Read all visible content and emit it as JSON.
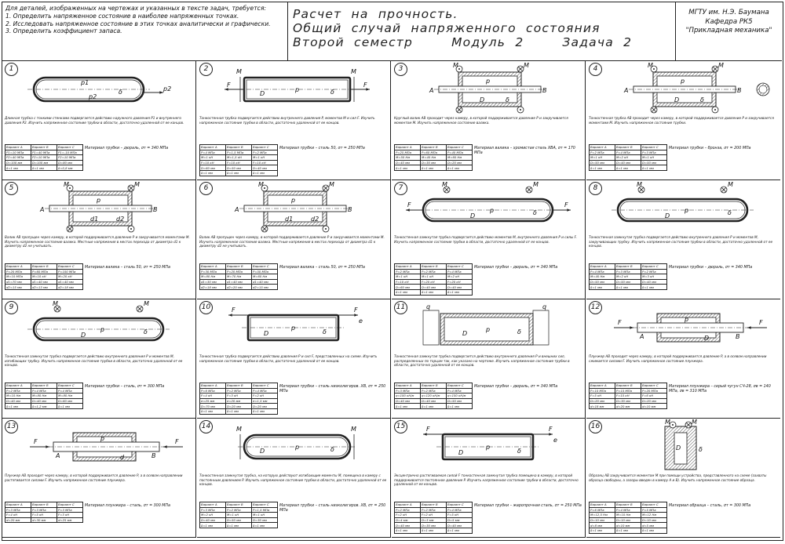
{
  "header": {
    "requirements": [
      "Для деталей, изображенных на чертежах и указанных в тексте задач, требуется:",
      "1. Определить напряженное состояние в наиболее напряженных точках.",
      "2. Исследовать напряженное состояние в этих точках аналитически и графически.",
      "3. Определить коэффициент запаса."
    ],
    "title_lines": [
      "Расчет  на  прочность.",
      "Общий  случай  напряженного  состояния",
      "Второй  семестр        Модуль  2        Задача  2"
    ],
    "institution_lines": [
      "МГТУ им. Н.Э. Баумана",
      "Кафедра РК5",
      "\"Прикладная механика\""
    ]
  },
  "panels": [
    {
      "num": "1",
      "type": "tube",
      "labels": [
        "p1",
        "p2",
        "p2",
        "δ"
      ],
      "desc": "Длинная трубка с тонкими стенками подвергается действию наружного давления P1 и внутреннего давления P2. Изучить напряженное состояние трубки в области, достаточно удаленной от ее концов.",
      "material": "Материал трубки – дюраль, σт = 340 МПа",
      "table": [
        [
          "Вариант А",
          "Вариант В",
          "Вариант С"
        ],
        [
          "P1=10 МПа",
          "P1=40 МПа",
          "P1=-10 МПа"
        ],
        [
          "P2=40 МПа",
          "P2=10 МПа",
          "P2=10 МПа"
        ],
        [
          "D=100 мм",
          "D=100 мм",
          "D=80 мм"
        ],
        [
          "δ=1 мм",
          "δ=1 мм",
          "δ=0,8 мм"
        ]
      ]
    },
    {
      "num": "2",
      "type": "tube_mf",
      "labels": [
        "M",
        "M",
        "F",
        "F",
        "p",
        "D",
        "δ"
      ],
      "desc": "Тонкостенная трубка подвергается действию внутреннего давления P, моментов M и сил F. Изучить напряженное состояние трубки в области, достаточно удаленной от ее концов.",
      "material": "Материал трубки – сталь 50, σт = 250 МПа",
      "table": [
        [
          "Вариант А",
          "Вариант В",
          "Вариант С"
        ],
        [
          "P=4 МПа",
          "P=1,5 МПа",
          "P=2 МПа"
        ],
        [
          "M=1 кН",
          "M=1,5 кН",
          "M=1 кН"
        ],
        [
          "F=10 кН",
          "F=10 кН",
          "F=10 кН"
        ],
        [
          "D=60 мм",
          "D=50 мм",
          "D=40 мм"
        ],
        [
          "δ=1 мм",
          "δ=1 мм",
          "δ=1 мм"
        ]
      ]
    },
    {
      "num": "3",
      "type": "chamber_shaft",
      "labels": [
        "M",
        "M",
        "A",
        "B",
        "p",
        "D",
        "δ"
      ],
      "desc": "Круглый валик AB проходит через камеру, в которой поддерживается давление P и закручивается моментом M. Изучить напряженное состояние валика.",
      "material": "Материал валика – хромистая сталь ХВА, σт = 170 МПа",
      "table": [
        [
          "Вариант А",
          "Вариант В",
          "Вариант С"
        ],
        [
          "P=25 МПа",
          "P=60 МПа",
          "P=40 МПа"
        ],
        [
          "M=50 Нм",
          "M=40 Нм",
          "M=60 Нм"
        ],
        [
          "D=40 мм",
          "D=30 мм",
          "D=20 мм"
        ],
        [
          "δ=1 мм",
          "δ=1 мм",
          "δ=1 мм"
        ]
      ]
    },
    {
      "num": "4",
      "type": "chamber_tube",
      "labels": [
        "M",
        "M",
        "A",
        "B",
        "p",
        "D",
        "δ"
      ],
      "desc": "Тонкостенная трубка AB проходит через камеру, в которой поддерживается давление P и закручивается моментами M. Изучить напряженное состояние трубки.",
      "material": "Материал трубки – бронза, σт = 200 МПа",
      "table": [
        [
          "Вариант А",
          "Вариант В",
          "Вариант С"
        ],
        [
          "P=2 МПа",
          "P=4 МПа",
          "P=3 МПа"
        ],
        [
          "M=1 кН",
          "M=2 кН",
          "M=1 кН"
        ],
        [
          "D=50 мм",
          "D=40 мм",
          "D=50 мм"
        ],
        [
          "δ=1 мм",
          "δ=1 мм",
          "δ=1 мм"
        ]
      ]
    },
    {
      "num": "5",
      "type": "chamber_shaft2",
      "labels": [
        "M",
        "M",
        "A",
        "B",
        "p",
        "d1",
        "d2"
      ],
      "desc": "Валик AB пропущен через камеру, в которой поддерживается давление P и закручивается моментами M. Изучить напряженное состояние валика. Местные напряжения в местах перехода от диаметра d1 к диаметру d2 не учитывать.",
      "material": "Материал валика – сталь 50, σт = 250 МПа",
      "table": [
        [
          "Вариант А",
          "Вариант В",
          "Вариант С"
        ],
        [
          "P=20 МПа",
          "P=60 МПа",
          "P=100 МПа"
        ],
        [
          "M=10 МПа",
          "M=10 кН",
          "M=20 кН"
        ],
        [
          "d1=70 мм",
          "d1=40 мм",
          "d1=40 мм"
        ],
        [
          "d2=15 мм",
          "d2=13 мм",
          "d2=18 мм"
        ]
      ]
    },
    {
      "num": "6",
      "type": "chamber_shaft3",
      "labels": [
        "M",
        "M",
        "A",
        "B",
        "p",
        "d1",
        "d2"
      ],
      "desc": "Валик AB пропущен через камеру, в которой поддерживается давление P и закручивается моментами M. Изучить напряженное состояние валика. Местные напряжения в местах перехода от диаметра d1 к диаметру d2 не учитывать.",
      "material": "Материал валика – сталь 50, σт = 250 МПа",
      "table": [
        [
          "Вариант А",
          "Вариант В",
          "Вариант С"
        ],
        [
          "P=30 МПа",
          "P=20 МПа",
          "P=50 МПа"
        ],
        [
          "M=80 Нм",
          "M=70 Нм",
          "M=60 Нм"
        ],
        [
          "d1=30 мм",
          "d1=40 мм",
          "d1=40 мм"
        ],
        [
          "d2=18 мм",
          "d2=20 мм",
          "d2=15 мм"
        ]
      ]
    },
    {
      "num": "7",
      "type": "tube_round_mf",
      "labels": [
        "M",
        "M",
        "F",
        "F",
        "p",
        "D",
        "δ"
      ],
      "desc": "Тонкостенная замкнутая трубка подвергается действию моментов M, внутреннего давления P и силы F. Изучить напряженное состояние трубки в области, достаточно удаленной от ее концов.",
      "material": "Материал трубки – дюраль, σт = 340 МПа",
      "table": [
        [
          "Вариант А",
          "Вариант В",
          "Вариант С"
        ],
        [
          "P=2 МПа",
          "P=2 МПа",
          "P=4 МПа"
        ],
        [
          "M=1 кН",
          "M=1 кН",
          "M=2 кН"
        ],
        [
          "F=10 кН",
          "F=20 кН",
          "F=20 кН"
        ],
        [
          "D=60 мм",
          "D=40 мм",
          "D=40 мм"
        ],
        [
          "δ=1 мм",
          "δ=1 мм",
          "δ=1 мм"
        ]
      ]
    },
    {
      "num": "8",
      "type": "tube_round_m",
      "labels": [
        "M",
        "M",
        "p",
        "D",
        "δ"
      ],
      "desc": "Тонкостенная замкнутая трубка подвергается действию внутреннего давления P и моментов M, закручивающих трубку. Изучить напряженное состояние трубки в области, достаточно удаленной от ее концов.",
      "material": "Материал трубки – дюраль, σт = 340 МПа",
      "table": [
        [
          "Вариант А",
          "Вариант В",
          "Вариант С"
        ],
        [
          "P=4 МПа",
          "P=3 МПа",
          "P=2 МПа"
        ],
        [
          "M=40 Нм",
          "M=2 кН",
          "M=3 кН"
        ],
        [
          "D=50 мм",
          "D=50 мм",
          "D=40 мм"
        ],
        [
          "δ=1 мм",
          "δ=1 мм",
          "δ=1 мм"
        ]
      ]
    },
    {
      "num": "9",
      "type": "tube_round_m2",
      "labels": [
        "M",
        "M",
        "p",
        "D",
        "δ"
      ],
      "desc": "Тонкостенная замкнутая трубка подвергается действию внутреннего давления P и моментов M, изгибающих трубку. Изучить напряженное состояние трубки в области, достаточно удаленной от ее концов.",
      "material": "Материал трубки – сталь, σт = 300 МПа",
      "table": [
        [
          "Вариант А",
          "Вариант В",
          "Вариант С"
        ],
        [
          "P=2 МПа",
          "P=4 МПа",
          "P=4 МПа"
        ],
        [
          "M=10 Нм",
          "M=80 Нм",
          "M=80 Нм"
        ],
        [
          "D=40 мм",
          "D=40 мм",
          "D=60 мм"
        ],
        [
          "δ=1 мм",
          "δ=1,2 мм",
          "δ=1 мм"
        ]
      ]
    },
    {
      "num": "10",
      "type": "tube_ff",
      "labels": [
        "F",
        "F",
        "e",
        "p",
        "D",
        "δ"
      ],
      "desc": "Тонкостенная трубка подвергается действию давления P и сил F, представленных на схеме. Изучить напряженное состояние трубки в области, достаточно удаленной от ее концов.",
      "material": "Материал трубки – сталь низколегиров. ХВ, σт = 250 МПа",
      "table": [
        [
          "Вариант А",
          "Вариант В",
          "Вариант С"
        ],
        [
          "P=6 МПа",
          "P=2 МПа",
          "P=4 МПа"
        ],
        [
          "F=4 кН",
          "F=3 кН",
          "F=2 кН"
        ],
        [
          "e=25 мм",
          "e=20 мм",
          "e=1,5 мм"
        ],
        [
          "D=70 мм",
          "D=20 мм",
          "D=20 мм"
        ],
        [
          "δ=1 мм",
          "δ=1 мм",
          "δ=1 мм"
        ]
      ]
    },
    {
      "num": "11",
      "type": "tube_q",
      "labels": [
        "q",
        "q",
        "p",
        "D",
        "δ"
      ],
      "desc": "Тонкостенная замкнутая трубка подвергается действию внутреннего давления P и внешних сил, распределенных по торцам так, как указано на чертеже. Изучить напряженное состояние трубки в области, достаточно удаленной от ее концов.",
      "material": "Материал трубки – дюраль, σт = 340 МПа",
      "table": [
        [
          "Вариант А",
          "Вариант В",
          "Вариант С"
        ],
        [
          "P=3 МПа",
          "P=2 МПа",
          "P=4 МПа"
        ],
        [
          "q=100 кН/м",
          "q=120 кН/м",
          "q=150 кН/м"
        ],
        [
          "D=40 мм",
          "D=40 мм",
          "D=50 мм"
        ],
        [
          "δ=1 мм",
          "δ=1 мм",
          "δ=1 мм"
        ]
      ]
    },
    {
      "num": "12",
      "type": "plunger",
      "labels": [
        "F",
        "F",
        "A",
        "B",
        "p",
        "D",
        "δ"
      ],
      "desc": "Плунжер AB проходит через камеру, в которой поддерживается давление P, а в осевом направлении сжимается силами F. Изучить напряженное состояние плунжера.",
      "material": "Материал плунжера – серый чугун СЧ-28, σв = 140 МПа, σв = 310 МПа",
      "table": [
        [
          "Вариант А",
          "Вариант В",
          "Вариант С"
        ],
        [
          "P=10 МПа",
          "P=15 МПа",
          "P=20 МПа"
        ],
        [
          "F=5 кН",
          "F=15 кН",
          "F=6 кН"
        ],
        [
          "D=20 мм",
          "D=30 мм",
          "D=20 мм"
        ],
        [
          "d=18 мм",
          "d=20 мм",
          "d=10 мм"
        ]
      ]
    },
    {
      "num": "13",
      "type": "plunger2",
      "labels": [
        "F",
        "F",
        "A",
        "B",
        "p",
        "d"
      ],
      "desc": "Плунжер AB проходит через камеру, в которой поддерживается давление P, а в осевом направлении растягивается силами F. Изучить напряженное состояние плунжера.",
      "material": "Материал плунжера – сталь, σт = 300 МПа",
      "table": [
        [
          "Вариант А",
          "Вариант В",
          "Вариант С"
        ],
        [
          "P=3 МПа",
          "P=3 МПа",
          "P=3 МПа"
        ],
        [
          "F=4 кН",
          "F=5 кН",
          "F=3 кН"
        ],
        [
          "d=20 мм",
          "d=30 мм",
          "d=25 мм"
        ]
      ]
    },
    {
      "num": "14",
      "type": "tube_m2",
      "labels": [
        "M",
        "M",
        "p",
        "D",
        "δ"
      ],
      "desc": "Тонкостенная замкнутая трубка, на которую действуют изгибающие моменты M, помещена в камеру с постоянным давлением P. Изучить напряженное состояние трубки в области, достаточно удаленной от ее концов.",
      "material": "Материал трубки – сталь низколегиров. ХВ, σт = 250 МПа",
      "table": [
        [
          "Вариант А",
          "Вариант В",
          "Вариант С"
        ],
        [
          "P=3 МПа",
          "P=2 МПа",
          "P=1,5 МПа"
        ],
        [
          "M=2 кН",
          "M=1 кН",
          "M=1 кН"
        ],
        [
          "D=40 мм",
          "D=50 мм",
          "D=30 мм"
        ],
        [
          "δ=1 мм",
          "δ=1 мм",
          "δ=1 мм"
        ]
      ]
    },
    {
      "num": "15",
      "type": "tube_fe",
      "labels": [
        "F",
        "F",
        "e",
        "p",
        "D",
        "δ"
      ],
      "desc": "Эксцентрично растягиваемая силой F тонкостенная замкнутая трубка помещена в камеру, в которой поддерживается постоянное давление P. Изучить напряженное состояние трубки в области, достаточно удаленной от ее концов.",
      "material": "Материал трубки – жаропрочная сталь, σт = 250 МПа",
      "table": [
        [
          "Вариант А",
          "Вариант В",
          "Вариант С"
        ],
        [
          "P=2 МПа",
          "P=2 МПа",
          "P=4 МПа"
        ],
        [
          "F=2 кН",
          "F=2 кН",
          "F=5 кН"
        ],
        [
          "D=4 мм",
          "D=3 мм",
          "D=5 мм"
        ],
        [
          "D=40 мм",
          "D=30 мм",
          "D=40 мм"
        ],
        [
          "δ=1 мм",
          "δ=1 мм",
          "δ=1 мм"
        ]
      ]
    },
    {
      "num": "16",
      "type": "specimen",
      "labels": [
        "M",
        "M",
        "D",
        "δ"
      ],
      "desc": "Образец AB закручивается моментом M при помощи устройства, представленного на схеме (захваты образца свободны, а зазоры введен в камеру A и B). Изучить напряженное состояние образца.",
      "material": "Материал образца – сталь, σт = 300 МПа",
      "table": [
        [
          "Вариант А",
          "Вариант В",
          "Вариант С"
        ],
        [
          "P=6 МПа",
          "P=4 МПа",
          "P=5 МПа"
        ],
        [
          "M=12,5 Нм",
          "M=10 Нм",
          "M=12 Нм"
        ],
        [
          "D=10 мм",
          "D=10 мм",
          "D=10 мм"
        ],
        [
          "d=8 мм",
          "d=10 мм",
          "d=5 мм"
        ],
        [
          "δ=1 мм",
          "δ=1 мм",
          "δ=1 мм"
        ]
      ]
    }
  ]
}
